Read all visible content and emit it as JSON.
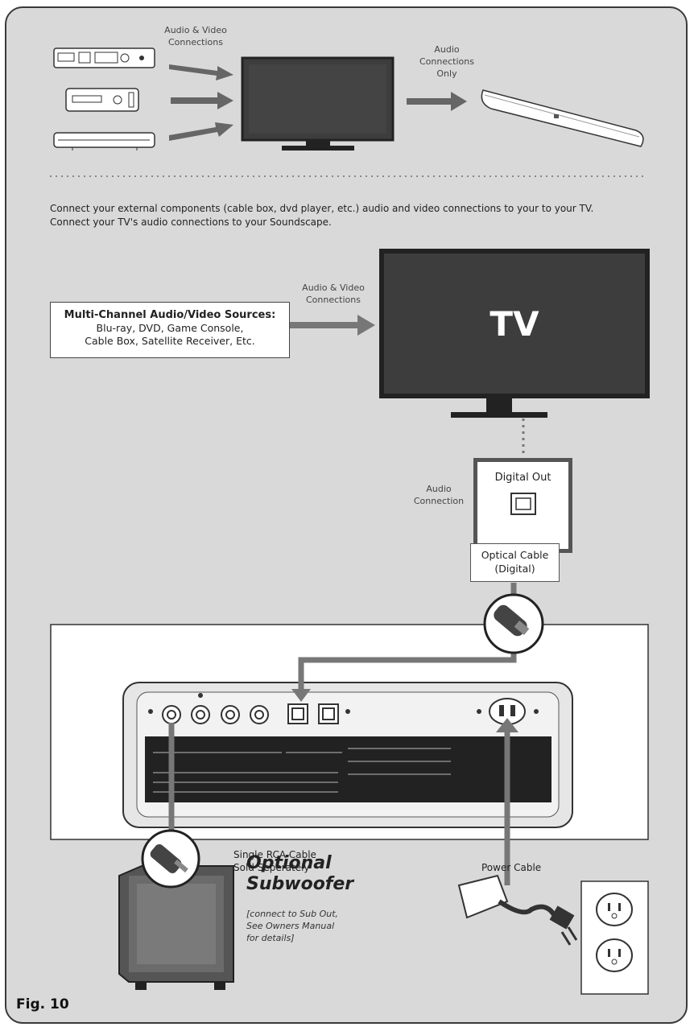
{
  "top_diagram": {
    "av_connections": [
      "Audio & Video",
      "Connections"
    ],
    "audio_only": [
      "Audio",
      "Connections",
      "Only"
    ]
  },
  "instructions": {
    "line1": "Connect your external components (cable box, dvd player, etc.) audio and video connections to your to your TV.",
    "line2": "Connect your TV's audio connections to your Soundscape."
  },
  "sources": {
    "title": "Multi-Channel Audio/Video Sources:",
    "line1": "Blu-ray, DVD, Game Console,",
    "line2": "Cable Box, Satellite Receiver, Etc."
  },
  "middle_diagram": {
    "av_connections": [
      "Audio & Video",
      "Connections"
    ],
    "tv_label": "TV"
  },
  "connection": {
    "audio_connection": [
      "Audio",
      "Connection"
    ],
    "digital_out": "Digital Out",
    "optical_cable": [
      "Optical Cable",
      "(Digital)"
    ]
  },
  "bottom": {
    "rca_cable": [
      "Single RCA Cable",
      "Sold Seperately"
    ],
    "power_cable": "Power Cable",
    "sub_title": [
      "Optional",
      "Subwoofer"
    ],
    "sub_note": [
      "[connect to Sub Out,",
      "See Owners Manual",
      "for details]"
    ],
    "fig_label": "Fig. 10"
  },
  "colors": {
    "panel": "#d9d9d9",
    "arrow": "#666666",
    "tv_screen": "#3d3d3d"
  }
}
